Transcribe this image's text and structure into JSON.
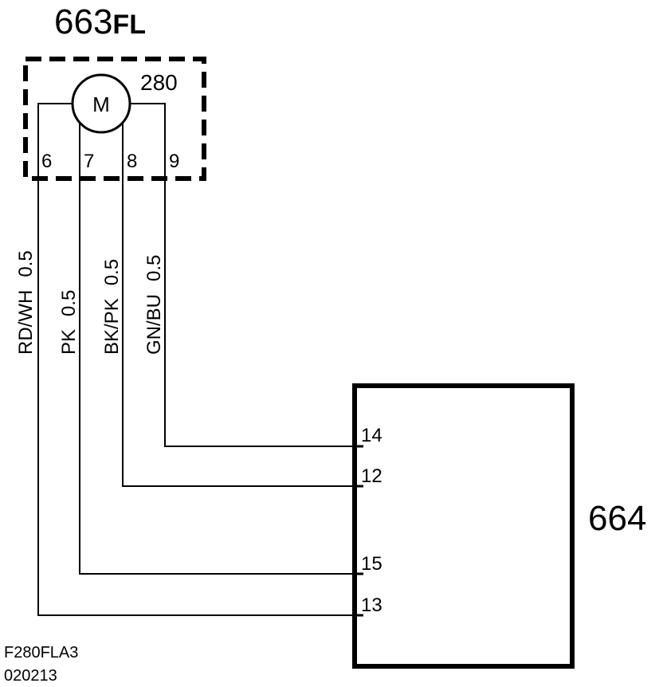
{
  "component_663": {
    "label_num": "663",
    "label_suffix": "FL",
    "sub_label": "280",
    "motor_symbol": "M",
    "pins": [
      "6",
      "7",
      "8",
      "9"
    ]
  },
  "component_664": {
    "label": "664",
    "pins": [
      "14",
      "12",
      "15",
      "13"
    ]
  },
  "wires": [
    {
      "color": "RD/WH",
      "size": "0.5",
      "from_pin": "6",
      "to_pin": "13"
    },
    {
      "color": "PK",
      "size": "0.5",
      "from_pin": "7",
      "to_pin": "15"
    },
    {
      "color": "BK/PK",
      "size": "0.5",
      "from_pin": "8",
      "to_pin": "12"
    },
    {
      "color": "GN/BU",
      "size": "0.5",
      "from_pin": "9",
      "to_pin": "14"
    }
  ],
  "footer": {
    "code": "F280FLA3",
    "date": "020213"
  },
  "colors": {
    "line": "#000000",
    "background": "#ffffff"
  }
}
